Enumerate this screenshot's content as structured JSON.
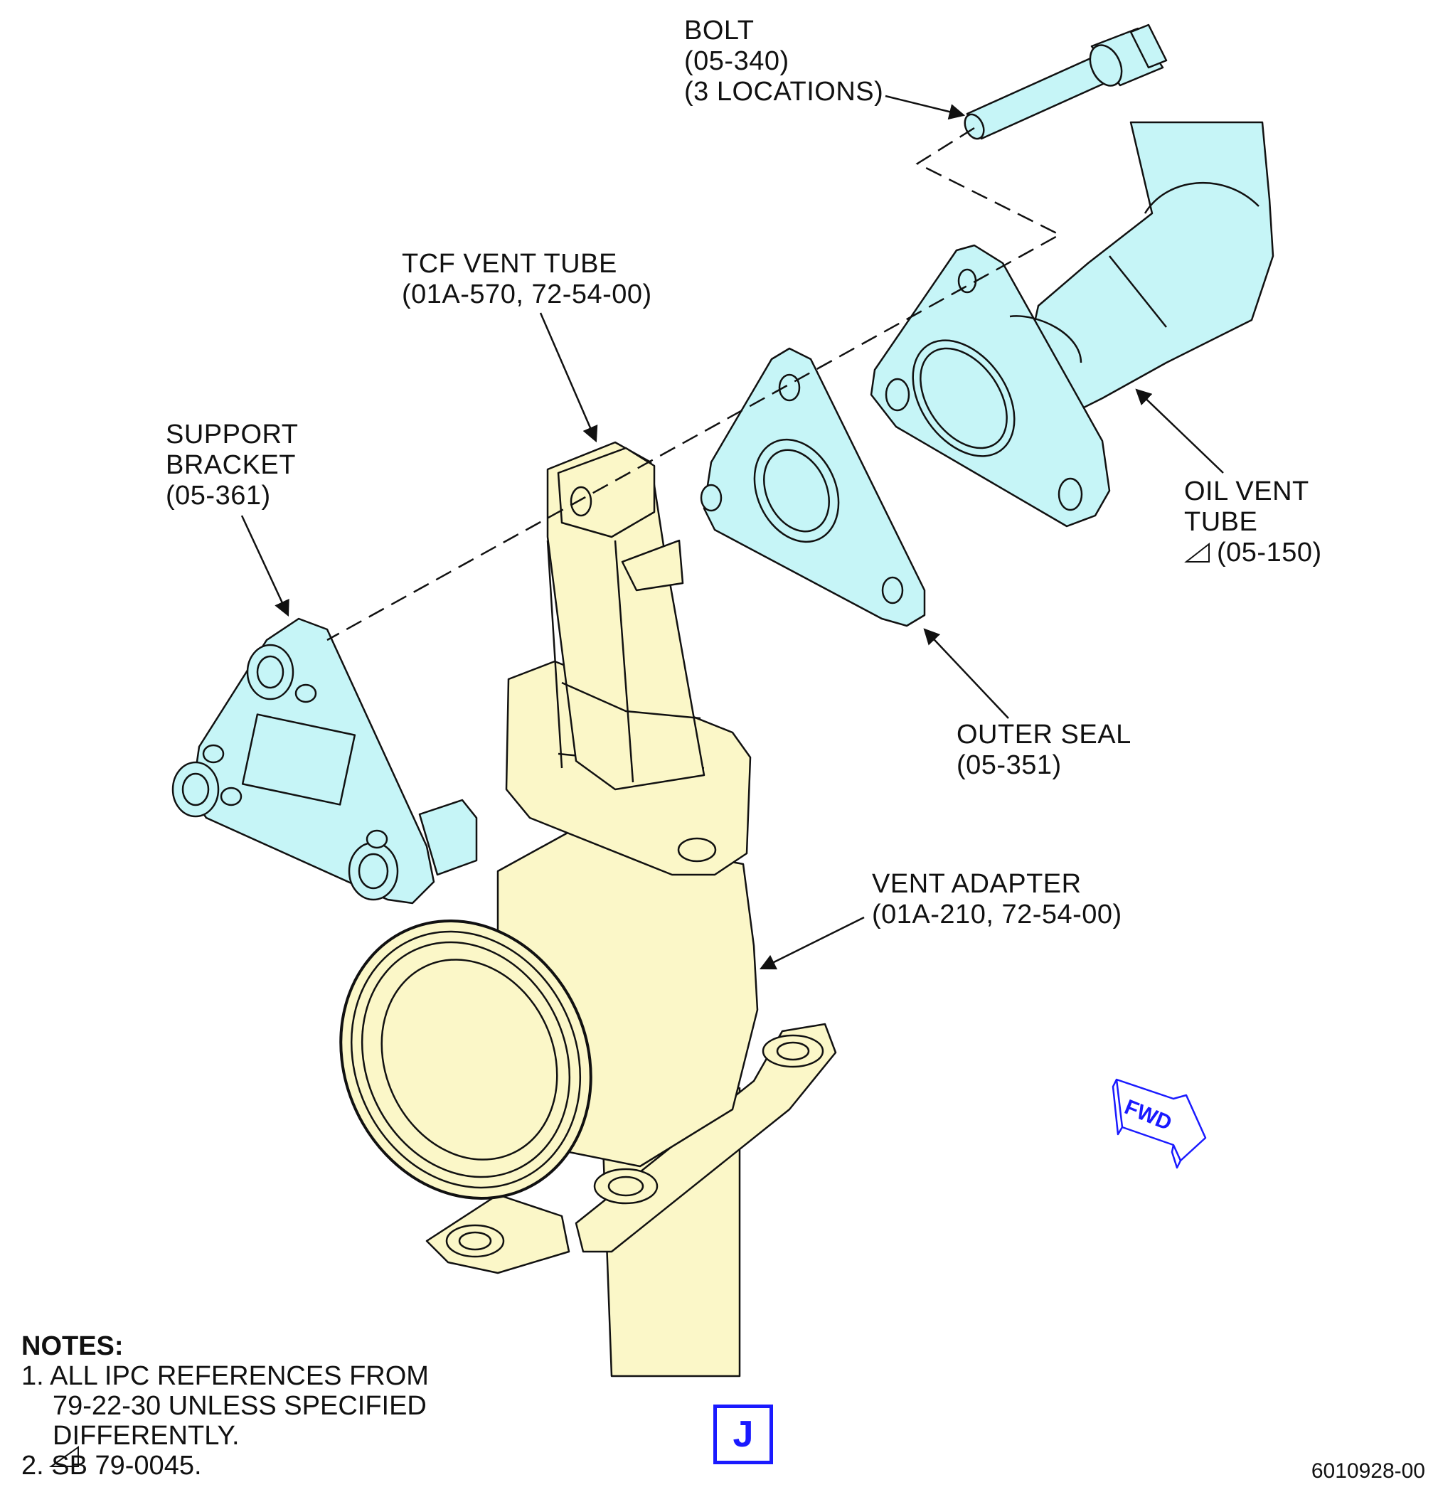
{
  "labels": {
    "bolt": [
      "BOLT",
      "(05-340)",
      "(3 LOCATIONS)"
    ],
    "tcf_vent_tube": [
      "TCF VENT TUBE",
      "(01A-570, 72-54-00)"
    ],
    "support_bracket": [
      "SUPPORT",
      "BRACKET",
      "(05-361)"
    ],
    "oil_vent_tube": [
      "OIL VENT",
      "TUBE",
      "(05-150)"
    ],
    "outer_seal": [
      "OUTER SEAL",
      "(05-351)"
    ],
    "vent_adapter": [
      "VENT ADAPTER",
      "(01A-210, 72-54-00)"
    ]
  },
  "notes": {
    "title": "NOTES:",
    "item1_line1": "1. ALL IPC REFERENCES FROM",
    "item1_line2": "79-22-30 UNLESS SPECIFIED",
    "item1_line3": "DIFFERENTLY.",
    "item2": "2.   SB 79-0045."
  },
  "fwd_label": "FWD",
  "sheet_letter": "J",
  "figure_number": "6010928-00",
  "colors": {
    "yellow_part": "#fbf7c8",
    "cyan_part": "#c6f5f7",
    "blue_accent": "#1a1aff",
    "line": "#111111"
  }
}
